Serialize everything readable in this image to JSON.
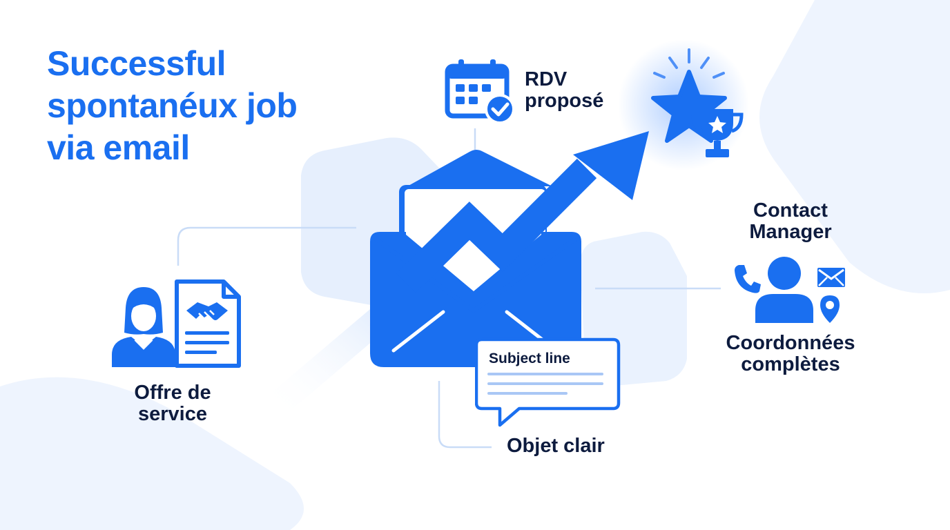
{
  "title": {
    "line1": "Successful",
    "line2": "spontanéux job",
    "line3": "via email"
  },
  "meeting": {
    "line1": "RDV",
    "line2": "proposé",
    "icon": "calendar-check-icon"
  },
  "contact": {
    "line1": "Contact",
    "line2": "Manager",
    "icons": [
      "phone-icon",
      "user-icon",
      "mail-icon",
      "location-pin-icon"
    ]
  },
  "coordinates": {
    "line1": "Coordonnées",
    "line2": "complètes"
  },
  "offer": {
    "line1": "Offre de",
    "line2": "service",
    "icons": [
      "woman-avatar-icon",
      "handshake-document-icon"
    ]
  },
  "subject": {
    "bubble_text": "Subject line",
    "caption": "Objet clair",
    "icon": "speech-bubble-icon"
  },
  "success": {
    "icons": [
      "star-icon",
      "trophy-icon"
    ]
  },
  "center": {
    "icons": [
      "envelope-icon",
      "growth-arrow-icon"
    ]
  },
  "colors": {
    "primary": "#1a6ff0",
    "dark_text": "#0d1b3e",
    "light_bg": "#e9f1fd",
    "connector": "#c9dcf7"
  }
}
